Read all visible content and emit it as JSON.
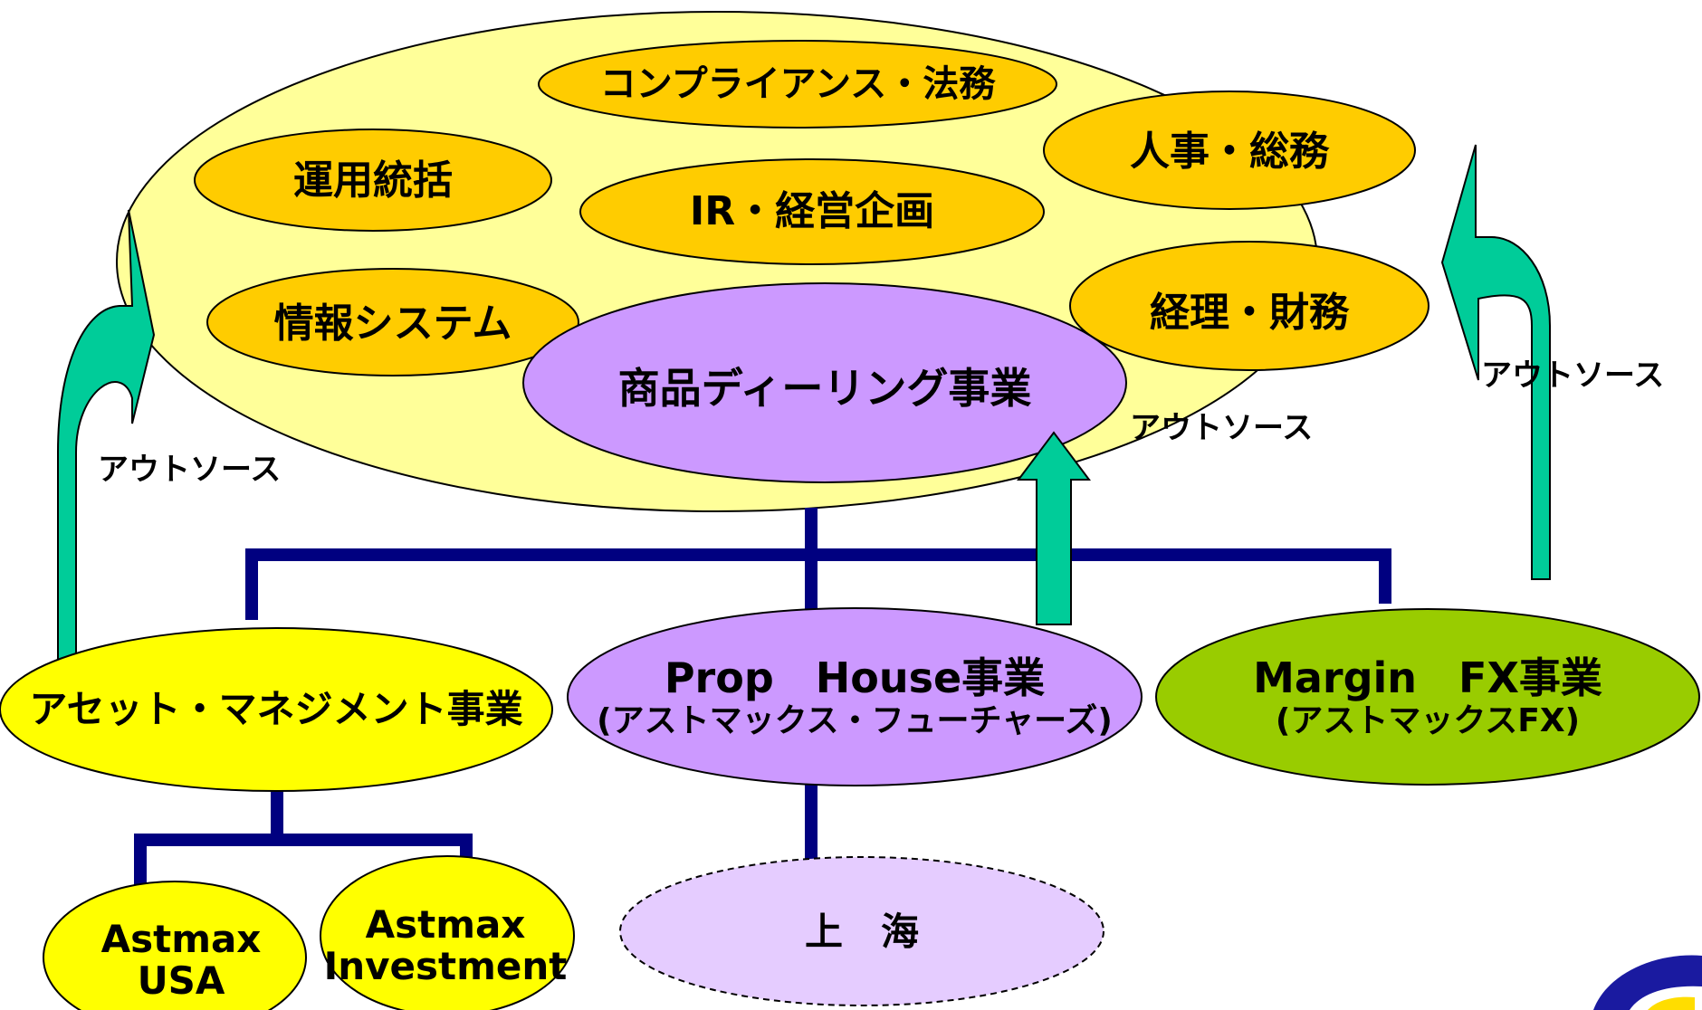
{
  "headquarters": {
    "functions": {
      "compliance": "コンプライアンス・法務",
      "fund_management": "運用統括",
      "ir_planning": "IR・経営企画",
      "hr_general": "人事・総務",
      "info_systems": "情報システム",
      "accounting": "経理・財務"
    },
    "commodity_dealing": "商品ディーリング事業"
  },
  "outsource_labels": {
    "left": "アウトソース",
    "center": "アウトソース",
    "right": "アウトソース"
  },
  "businesses": {
    "asset_management": "アセット・マネジメント事業",
    "prop_house": {
      "name": "Prop　House事業",
      "entity": "(アストマックス・フューチャーズ)"
    },
    "margin_fx": {
      "name": "Margin　FX事業",
      "entity": "(アストマックスFX)"
    }
  },
  "subsidiaries": {
    "astmax_usa": {
      "line1": "Astmax",
      "line2": "USA"
    },
    "astmax_investment": {
      "line1": "Astmax",
      "line2": "Investment"
    },
    "shanghai": "上　海"
  },
  "colors": {
    "hq_fill": "#ffff99",
    "function_fill": "#ffcc00",
    "dealing_fill": "#cc99ff",
    "asset_fill": "#ffff00",
    "fx_fill": "#99cc00",
    "shanghai_fill": "#e5ccff",
    "connector": "#000080",
    "arrow": "#00cc99"
  }
}
